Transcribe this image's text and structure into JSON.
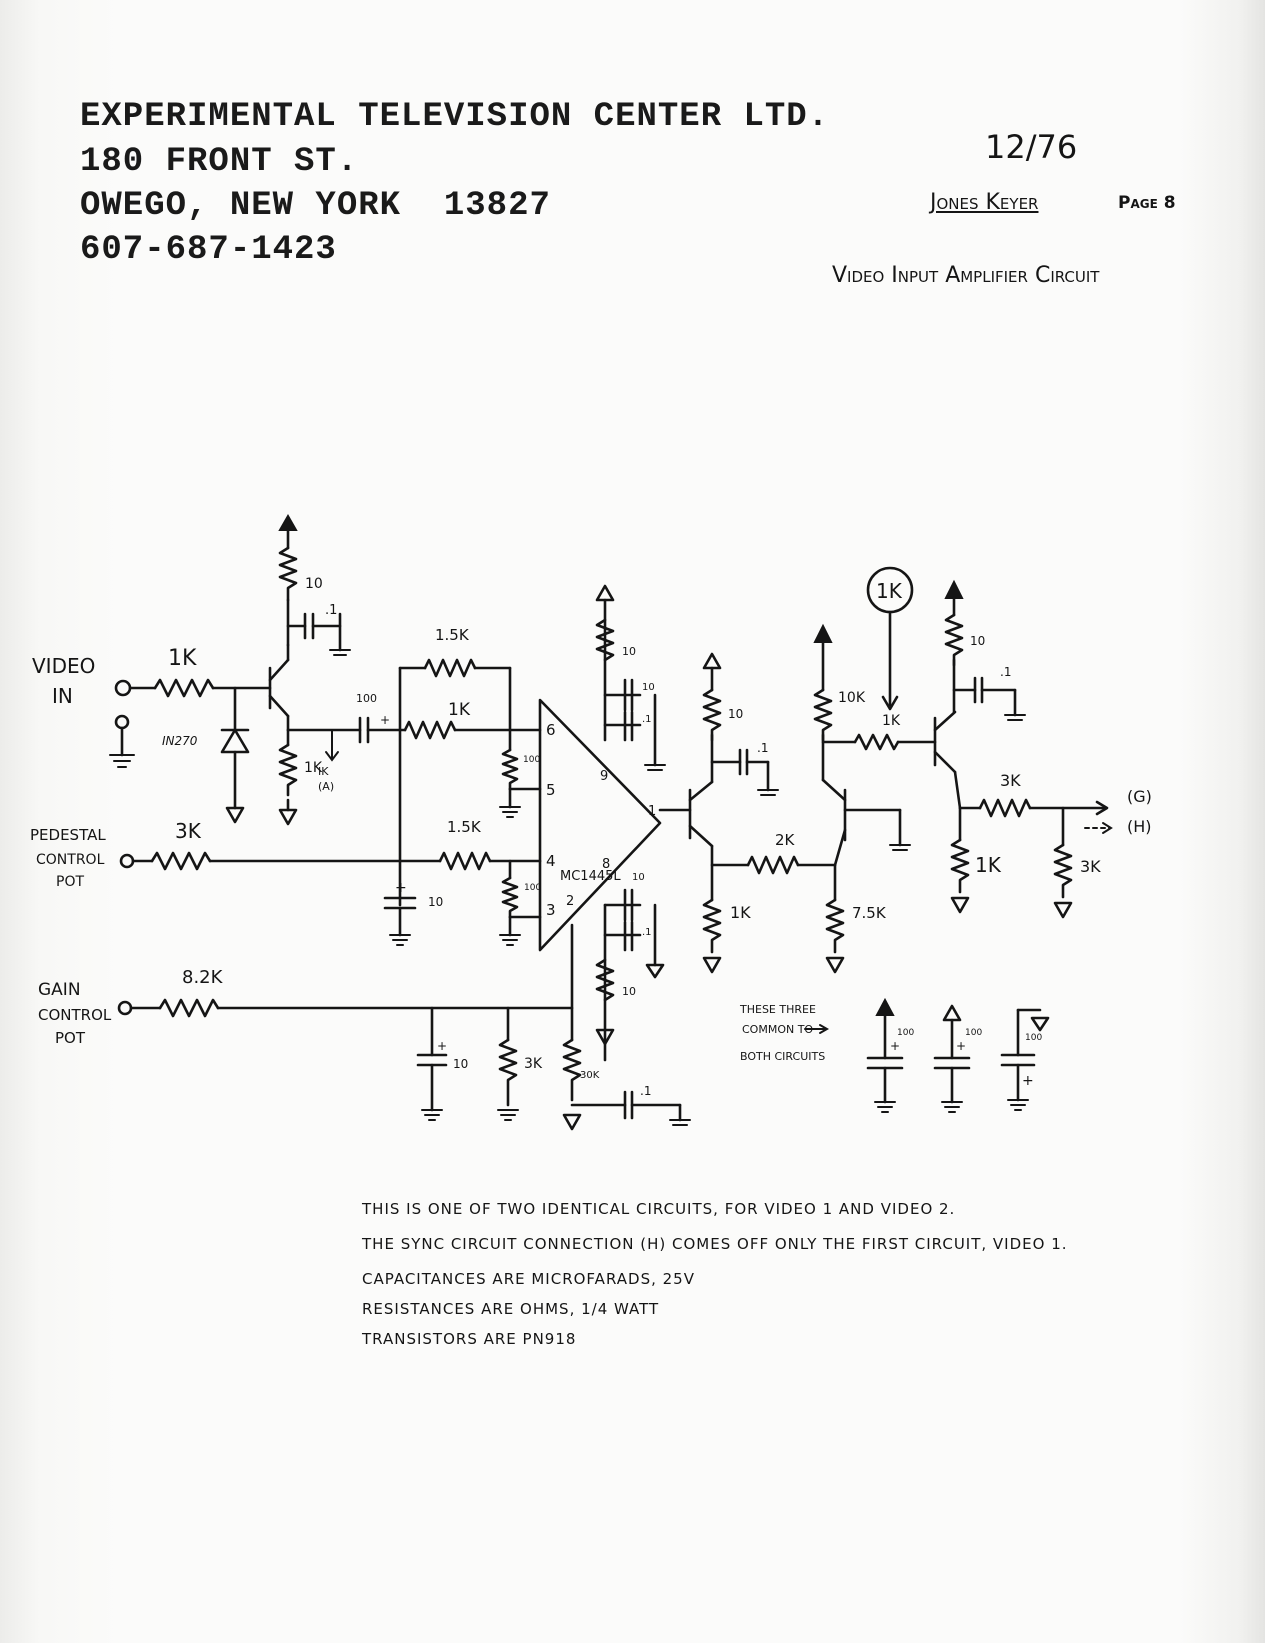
{
  "letterhead": {
    "line1": "EXPERIMENTAL TELEVISION CENTER LTD.",
    "line2": "180 FRONT ST.",
    "line3": "OWEGO, NEW YORK  13827",
    "line4": "607-687-1423"
  },
  "date": "12/76",
  "doc_title": "Jones Keyer",
  "page_label": "Page 8",
  "subtitle": "Video Input Amplifier Circuit",
  "schematic": {
    "video_in": [
      "VIDEO",
      "IN"
    ],
    "pedestal": [
      "PEDESTAL",
      "CONTROL",
      "POT"
    ],
    "gain": [
      "GAIN",
      "CONTROL",
      "POT"
    ],
    "r_in": "1K",
    "diode": "IN270",
    "r_q1_top": "10",
    "c_q1_top": ".1",
    "r_q1_emitter": "1K",
    "label_A": "IK",
    "label_A2": "(A)",
    "c_coupling": "100",
    "r_fb": "1.5K",
    "r_in_6": "1K",
    "r_100_top": "100",
    "r_ped": "3K",
    "r_ped_15k": "1.5K",
    "r_100_bot": "100",
    "c_ped": "10",
    "r_gain": "8.2K",
    "ic": "MC1445L",
    "pin6": "6",
    "pin5": "5",
    "pin4": "4",
    "pin3": "3",
    "pin2": "2",
    "pin9": "9",
    "pin1": "1",
    "pin8": "8",
    "r_ic_top": "10",
    "c_ic_top": "10",
    "c_ic_top2": ".1",
    "r_ic_bot": "10",
    "c_ic_bot": "10",
    "c_ic_bot2": ".1",
    "c_gain": "10",
    "r_gain_3k": "3K",
    "r_gain_30k": "30K",
    "c_gain_bot": ".1",
    "r_q2_top": "10",
    "c_q2_top": ".1",
    "r_q2_emitter": "1K",
    "r_2k": "2K",
    "r_75k": "7.5K",
    "r_10k": "10K",
    "pot_1k": "1K",
    "circled_1k": "1K",
    "r_q4_top": "10",
    "c_q4_top": ".1",
    "r_out_3k": "3K",
    "r_out_1k": "1K",
    "r_out_shunt": "3K",
    "out_g": "(G)",
    "out_h": "(H)",
    "common_note": [
      "THESE THREE",
      "COMMON TO",
      "BOTH CIRCUITS"
    ],
    "c_common1": "100",
    "c_common2": "100",
    "c_common3": "100"
  },
  "notes": [
    "THIS IS ONE OF TWO IDENTICAL CIRCUITS, FOR VIDEO 1 AND VIDEO 2.",
    "THE SYNC CIRCUIT CONNECTION (H) COMES OFF ONLY THE FIRST CIRCUIT, VIDEO 1.",
    "CAPACITANCES ARE MICROFARADS, 25V",
    "RESISTANCES ARE OHMS, 1/4 WATT",
    "TRANSISTORS ARE PN918"
  ]
}
